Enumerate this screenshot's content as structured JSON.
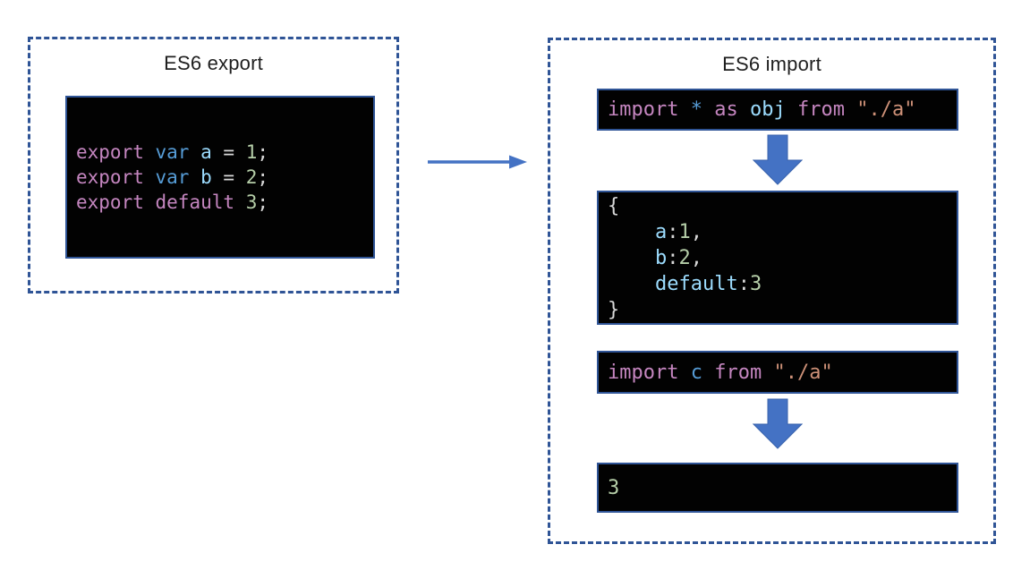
{
  "colors": {
    "dashed_border": "#2F5496",
    "block_border": "#2F5496",
    "block_bg": "#020202",
    "arrow": "#4472C4",
    "arrow_stroke": "#3A63AD",
    "title_text": "#1F1F1F",
    "token": {
      "kw": "#C586C0",
      "ty": "#569CD6",
      "id": "#9CDCFE",
      "num": "#B5CEA8",
      "str": "#CE9178",
      "pl": "#D8D8D8"
    }
  },
  "export_panel": {
    "title": "ES6 export",
    "code_block": {
      "lines": [
        [
          {
            "t": "export",
            "c": "kw"
          },
          {
            "t": " ",
            "c": "pl"
          },
          {
            "t": "var",
            "c": "ty"
          },
          {
            "t": " ",
            "c": "pl"
          },
          {
            "t": "a",
            "c": "id"
          },
          {
            "t": " = ",
            "c": "pl"
          },
          {
            "t": "1",
            "c": "num"
          },
          {
            "t": ";",
            "c": "pl"
          }
        ],
        [
          {
            "t": "export",
            "c": "kw"
          },
          {
            "t": " ",
            "c": "pl"
          },
          {
            "t": "var",
            "c": "ty"
          },
          {
            "t": " ",
            "c": "pl"
          },
          {
            "t": "b",
            "c": "id"
          },
          {
            "t": " = ",
            "c": "pl"
          },
          {
            "t": "2",
            "c": "num"
          },
          {
            "t": ";",
            "c": "pl"
          }
        ],
        [
          {
            "t": "export",
            "c": "kw"
          },
          {
            "t": " ",
            "c": "pl"
          },
          {
            "t": "default",
            "c": "kw"
          },
          {
            "t": " ",
            "c": "pl"
          },
          {
            "t": "3",
            "c": "num"
          },
          {
            "t": ";",
            "c": "pl"
          }
        ]
      ]
    }
  },
  "import_panel": {
    "title": "ES6 import",
    "blocks": [
      {
        "lines": [
          [
            {
              "t": "import",
              "c": "kw"
            },
            {
              "t": " ",
              "c": "pl"
            },
            {
              "t": "*",
              "c": "ty"
            },
            {
              "t": " ",
              "c": "pl"
            },
            {
              "t": "as",
              "c": "kw"
            },
            {
              "t": " ",
              "c": "pl"
            },
            {
              "t": "obj",
              "c": "id"
            },
            {
              "t": " ",
              "c": "pl"
            },
            {
              "t": "from",
              "c": "kw"
            },
            {
              "t": " ",
              "c": "pl"
            },
            {
              "t": "\"./a\"",
              "c": "str"
            }
          ]
        ]
      },
      {
        "lines": [
          [
            {
              "t": "{",
              "c": "pl"
            }
          ],
          [
            {
              "t": "    ",
              "c": "pl"
            },
            {
              "t": "a",
              "c": "id"
            },
            {
              "t": ":",
              "c": "pl"
            },
            {
              "t": "1",
              "c": "num"
            },
            {
              "t": ",",
              "c": "pl"
            }
          ],
          [
            {
              "t": "    ",
              "c": "pl"
            },
            {
              "t": "b",
              "c": "id"
            },
            {
              "t": ":",
              "c": "pl"
            },
            {
              "t": "2",
              "c": "num"
            },
            {
              "t": ",",
              "c": "pl"
            }
          ],
          [
            {
              "t": "    ",
              "c": "pl"
            },
            {
              "t": "default",
              "c": "id"
            },
            {
              "t": ":",
              "c": "pl"
            },
            {
              "t": "3",
              "c": "num"
            }
          ],
          [
            {
              "t": "}",
              "c": "pl"
            }
          ]
        ]
      },
      {
        "lines": [
          [
            {
              "t": "import",
              "c": "kw"
            },
            {
              "t": " ",
              "c": "pl"
            },
            {
              "t": "c",
              "c": "ty"
            },
            {
              "t": " ",
              "c": "pl"
            },
            {
              "t": "from",
              "c": "kw"
            },
            {
              "t": " ",
              "c": "pl"
            },
            {
              "t": "\"./a\"",
              "c": "str"
            }
          ]
        ]
      },
      {
        "lines": [
          [
            {
              "t": "3",
              "c": "num"
            }
          ]
        ]
      }
    ]
  }
}
